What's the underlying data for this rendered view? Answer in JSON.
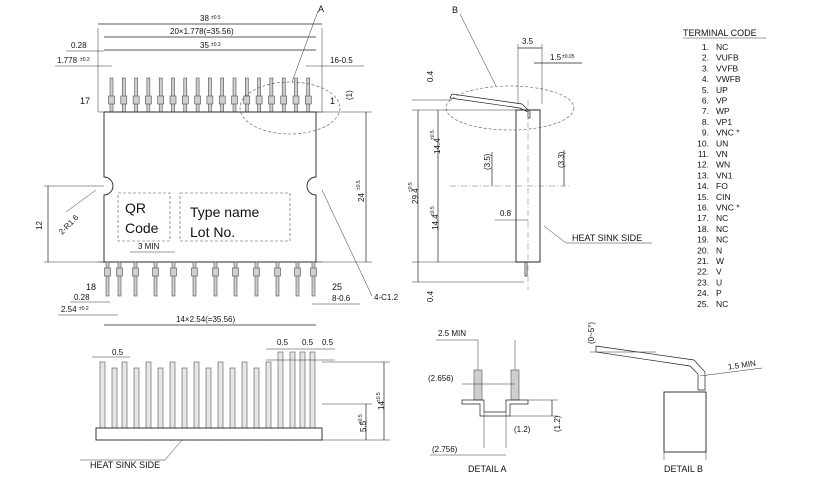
{
  "labels": {
    "detail_a_marker": "A",
    "detail_b_marker": "B",
    "pin_17": "17",
    "pin_1": "1",
    "pin_18": "18",
    "pin_25": "25",
    "qr_line1": "QR",
    "qr_line2": "Code",
    "type_name": "Type name",
    "lot_no": "Lot No.",
    "heat_sink_side_right": "HEAT SINK SIDE",
    "heat_sink_side_bottom": "HEAT SINK SIDE",
    "detail_a_title": "DETAIL A",
    "detail_b_title": "DETAIL B"
  },
  "dims_top": {
    "overall_width": "38",
    "overall_tol": "±0.5",
    "pitch_top": "20×1.778(=35.56)",
    "inner_width": "35",
    "inner_tol": "±0.3",
    "lead_offset": "0.28",
    "lead_pitch": "1.778",
    "lead_pitch_tol": "±0.2",
    "lead_w": "16-0.5",
    "lead_gap": "(1)",
    "hole": "2-R1.6",
    "height_12": "12",
    "min_3": "3 MIN",
    "height_24": "24",
    "height_24_tol": "±0.5",
    "lead_offset_b": "0.28",
    "lead_pitch_b": "2.54",
    "lead_pitch_b_tol": "±0.2",
    "lead_w_b": "8-0.6",
    "chamfer": "4-C1.2",
    "pitch_bottom": "14×2.54(=35.56)"
  },
  "dims_side": {
    "d_3_5": "3.5",
    "d_1_5": "1.5",
    "d_1_5_tol": "±0.05",
    "d_0_4_top": "0.4",
    "d_14_4_top": "14.4",
    "d_14_4_top_tol": "±0.5",
    "d_3_5_paren": "(3.5)",
    "d_3_3_paren": "(3.3)",
    "d_29_4": "29.4",
    "d_29_4_tol": "±0.5",
    "d_0_8": "0.8",
    "d_14_4_bot": "14.4",
    "d_14_4_bot_tol": "±0.5",
    "d_0_4_bot": "0.4"
  },
  "dims_front": {
    "d_0_5_a": "0.5",
    "d_0_5_b": "0.5",
    "d_0_5_c": "0.5",
    "d_0_5_d": "0.5",
    "height_14": "14",
    "height_14_tol": "±0.5",
    "height_5_5": "5.5",
    "height_5_5_tol": "±0.5"
  },
  "dims_detail_a": {
    "min_2_5": "2.5 MIN",
    "d_2_656": "(2.656)",
    "d_1_2_a": "(1.2)",
    "d_1_2_b": "(1.2)",
    "d_2_756": "(2.756)"
  },
  "dims_detail_b": {
    "angle": "(0~5°)",
    "min_1_5": "1.5 MIN"
  },
  "terminal_code": {
    "title": "TERMINAL CODE",
    "items": [
      {
        "no": "1.",
        "name": "NC"
      },
      {
        "no": "2.",
        "name": "VUFB"
      },
      {
        "no": "3.",
        "name": "VVFB"
      },
      {
        "no": "4.",
        "name": "VWFB"
      },
      {
        "no": "5.",
        "name": "UP"
      },
      {
        "no": "6.",
        "name": "VP"
      },
      {
        "no": "7.",
        "name": "WP"
      },
      {
        "no": "8.",
        "name": "VP1"
      },
      {
        "no": "9.",
        "name": "VNC *"
      },
      {
        "no": "10.",
        "name": "UN"
      },
      {
        "no": "11.",
        "name": "VN"
      },
      {
        "no": "12.",
        "name": "WN"
      },
      {
        "no": "13.",
        "name": "VN1"
      },
      {
        "no": "14.",
        "name": "FO"
      },
      {
        "no": "15.",
        "name": "CIN"
      },
      {
        "no": "16.",
        "name": "VNC *"
      },
      {
        "no": "17.",
        "name": "NC"
      },
      {
        "no": "18.",
        "name": "NC"
      },
      {
        "no": "19.",
        "name": "NC"
      },
      {
        "no": "20.",
        "name": "N"
      },
      {
        "no": "21.",
        "name": "W"
      },
      {
        "no": "22.",
        "name": "V"
      },
      {
        "no": "23.",
        "name": "U"
      },
      {
        "no": "24.",
        "name": "P"
      },
      {
        "no": "25.",
        "name": "NC"
      }
    ]
  }
}
